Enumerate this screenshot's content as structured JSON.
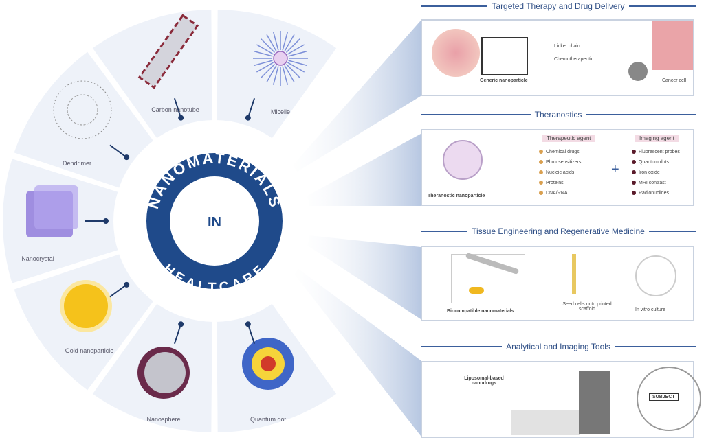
{
  "center": {
    "top": "NANOMATERIALS",
    "middle": "IN",
    "bottom": "HEALTCARE"
  },
  "nanomaterials": [
    "Micelle",
    "Carbon nanotube",
    "Dendrimer",
    "Nanocrystal",
    "Gold nanoparticle",
    "Nanosphere",
    "Quantum dot"
  ],
  "sections": [
    {
      "title": "Targeted Therapy and Drug Delivery",
      "labels": {
        "generic": "Generic nanoparticle",
        "linker": "Linker chain",
        "chemo": "Chemotherapeutic",
        "cancer": "Cancer cell"
      }
    },
    {
      "title": "Theranostics",
      "nanoparticle": "Theranostic nanoparticle",
      "therapeutic_header": "Therapeutic agent",
      "therapeutic": [
        "Chemical drugs",
        "Photosensitizers",
        "Nucleic acids",
        "Proteins",
        "DNA/RNA"
      ],
      "plus": "+",
      "imaging_header": "Imaging agent",
      "imaging": [
        "Fluorescent probes",
        "Quantum dots",
        "Iron oxide",
        "MRI contrast",
        "Radionuclides"
      ]
    },
    {
      "title": "Tissue Engineering and Regenerative Medicine",
      "labels": {
        "bio": "Biocompatible nanomaterials",
        "seed": "Seed cells onto printed scaffold",
        "culture": "In vitro culture"
      }
    },
    {
      "title": "Analytical and Imaging Tools",
      "labels": {
        "lipo": "Liposomal-based nanodrugs",
        "subject": "SUBJECT"
      }
    }
  ],
  "colors": {
    "navy": "#1f4a8a",
    "segment": "#eef2f9",
    "ray": "#c9d6ea"
  }
}
